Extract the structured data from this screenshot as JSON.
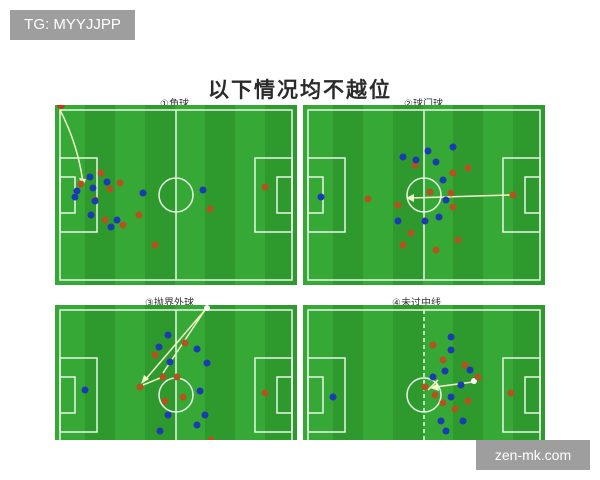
{
  "watermark_top": "TG: MYYJJPP",
  "title": "以下情况均不越位",
  "panels": [
    {
      "caption": "①角球"
    },
    {
      "caption": "②球门球"
    },
    {
      "caption": "③抛界外球"
    },
    {
      "caption": "④未过中线"
    }
  ],
  "watermark_bottom": "zen-mk.com",
  "colors": {
    "pitch": "#2e9a2e",
    "pitch_stripe": "#35a835",
    "line": "#e8f5e8",
    "blue_player": "#1b3bb0",
    "red_player": "#b5531f",
    "pass_arrow": "#f3f6c8"
  }
}
